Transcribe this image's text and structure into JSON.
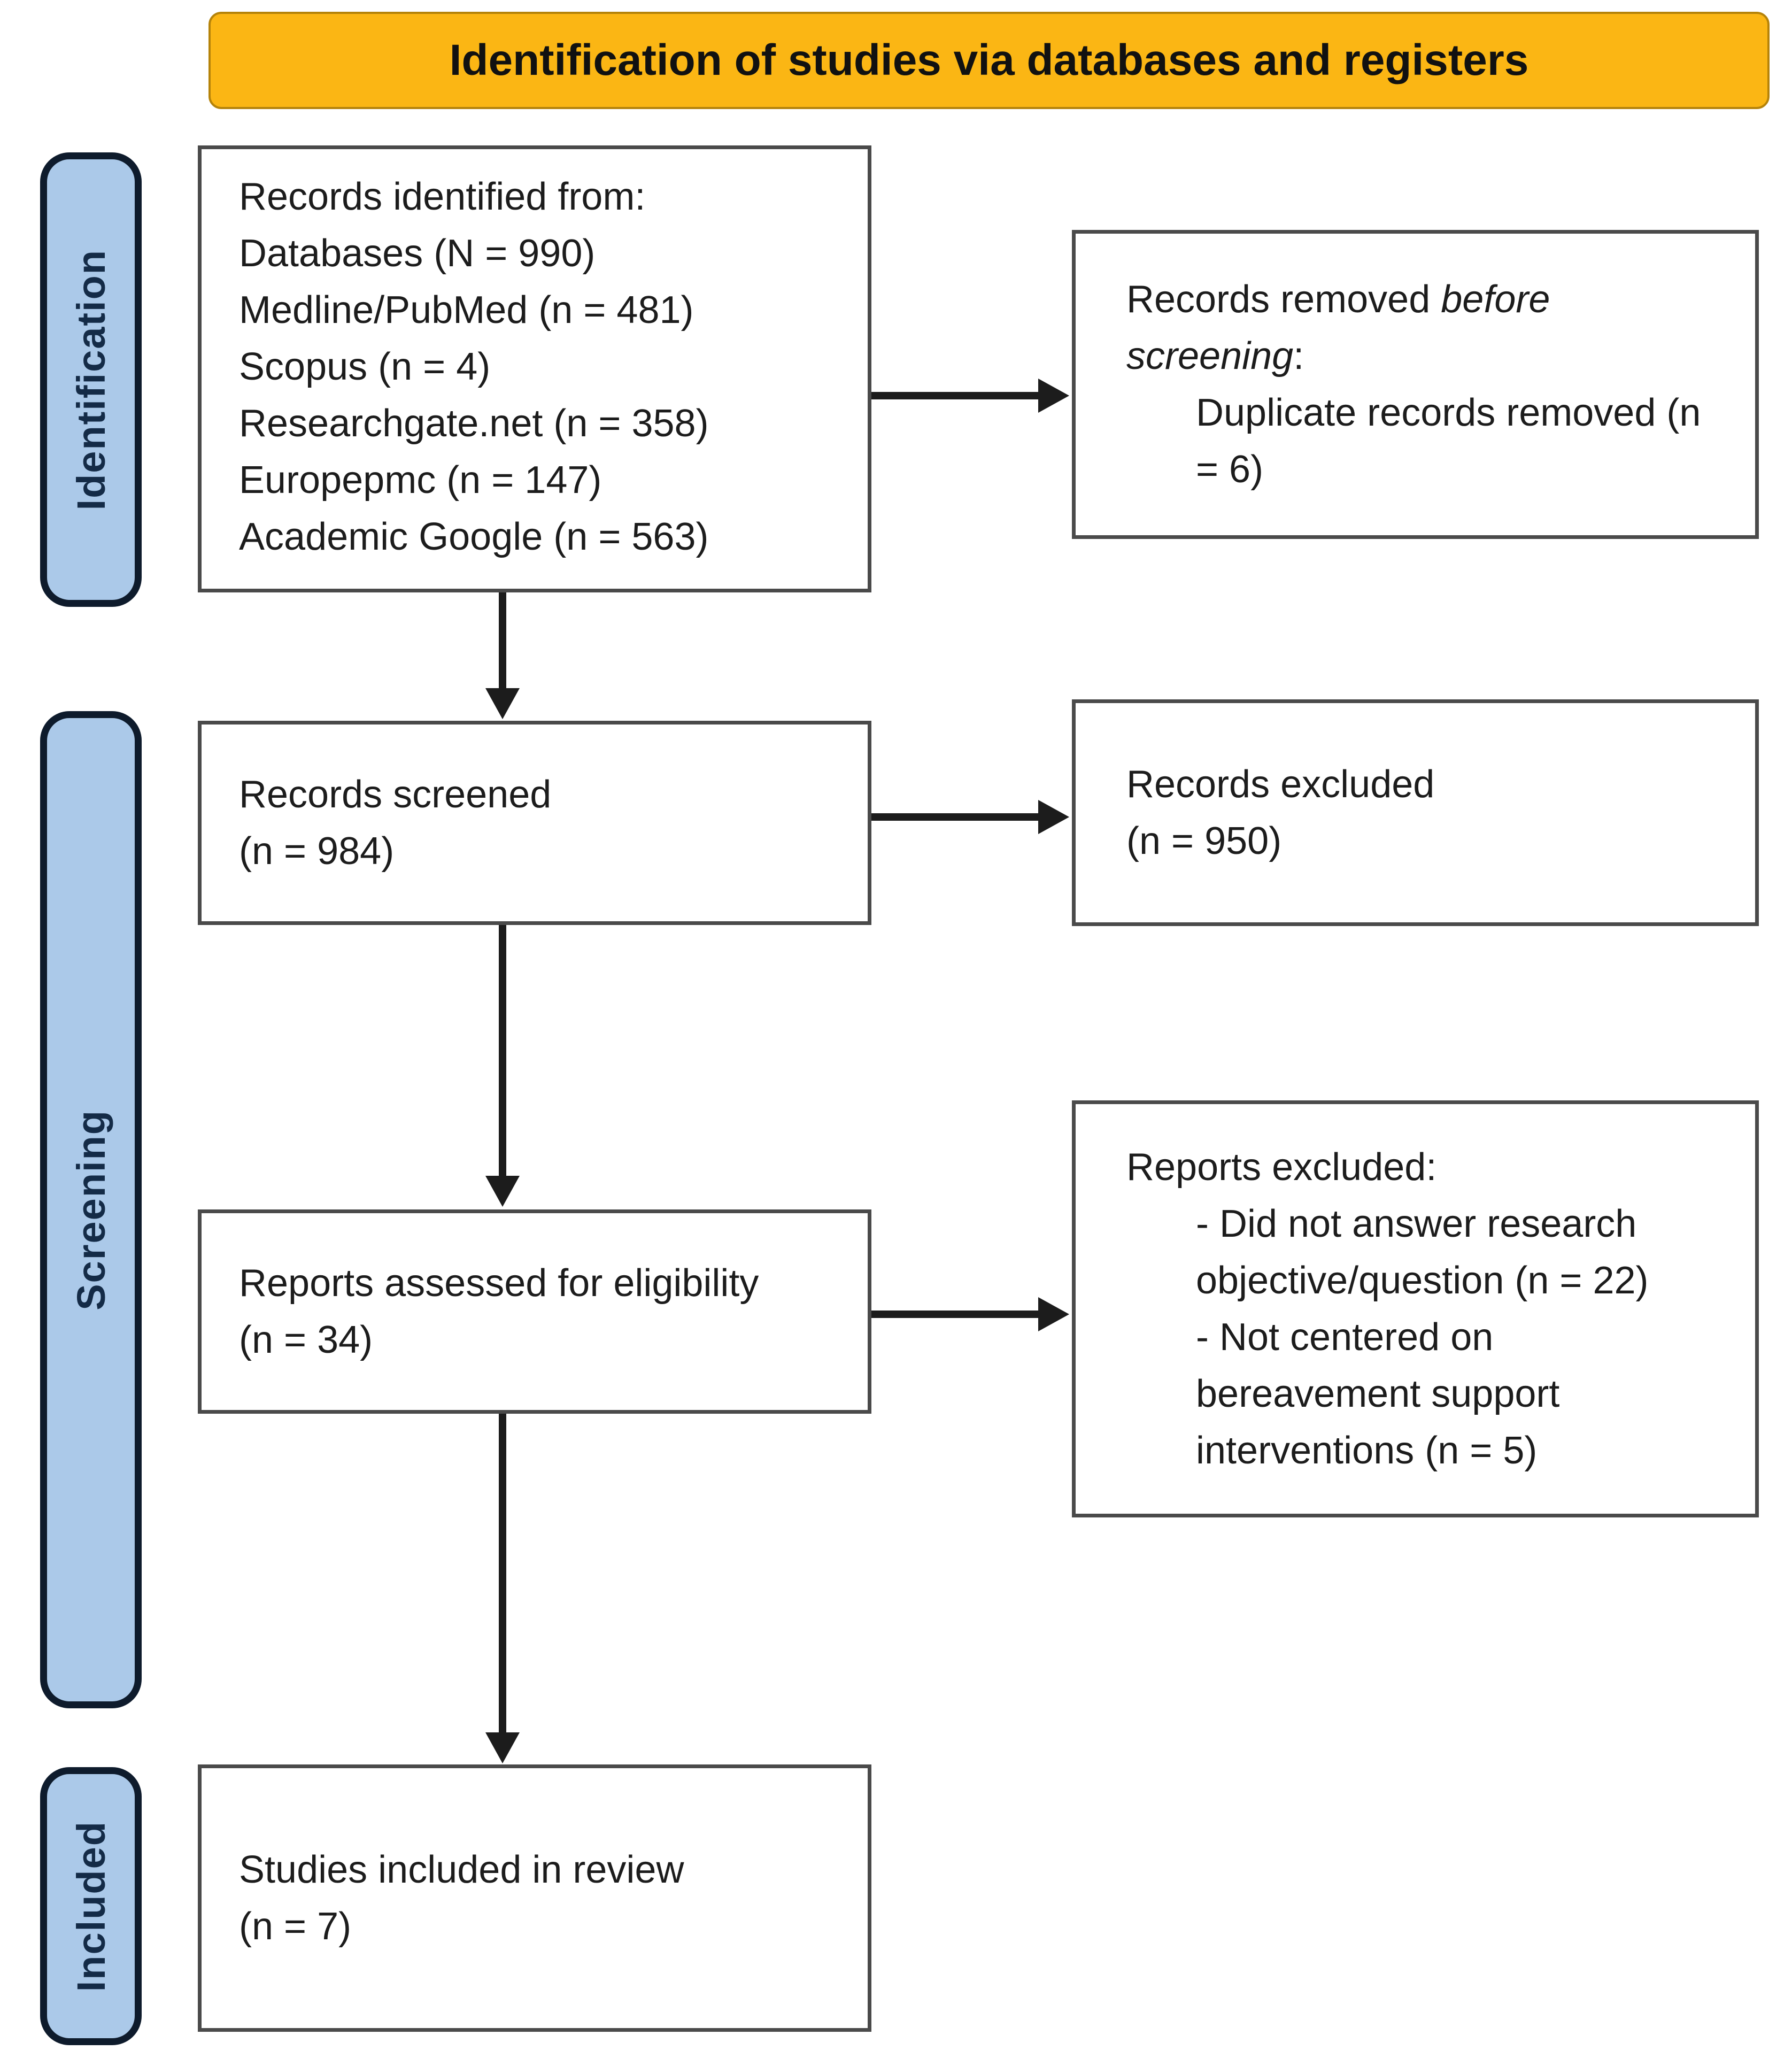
{
  "header": {
    "title": "Identification of studies via databases and registers"
  },
  "sidebar": {
    "items": [
      {
        "label": "Identification"
      },
      {
        "label": "Screening"
      },
      {
        "label": "Included"
      }
    ]
  },
  "boxes": {
    "identified": {
      "lines": [
        "Records identified from:",
        "Databases (N = 990)",
        "Medline/PubMed (n = 481)",
        "Scopus (n = 4)",
        "Researchgate.net (n = 358)",
        "Europepmc (n = 147)",
        "Academic Google (n = 563)"
      ]
    },
    "removed_before_screening": {
      "line1_normal": "Records removed ",
      "line1_italic": "before",
      "line2_italic": "screening",
      "line2_suffix": ":",
      "details": [
        "Duplicate records removed (n",
        "= 6)"
      ]
    },
    "records_screened": {
      "lines": [
        "Records screened",
        "(n = 984)"
      ]
    },
    "records_excluded": {
      "lines": [
        "Records excluded",
        "(n = 950)"
      ]
    },
    "reports_assessed": {
      "lines": [
        "Reports assessed for eligibility",
        "(n = 34)"
      ]
    },
    "reports_excluded": {
      "title": "Reports excluded:",
      "details": [
        "- Did not answer research",
        "objective/question (n = 22)",
        "- Not centered on",
        "bereavement support",
        "interventions (n = 5)"
      ]
    },
    "studies_included": {
      "lines": [
        "Studies included in review",
        "(n = 7)"
      ]
    }
  },
  "colors": {
    "header_orange": "#FBB614",
    "sidebar_blue": "#ABC9E9",
    "sidebar_border": "#0E1B2C",
    "box_border": "#4A4A4A",
    "arrow_black": "#1C1C1C",
    "text_black": "#1C1C1C"
  }
}
